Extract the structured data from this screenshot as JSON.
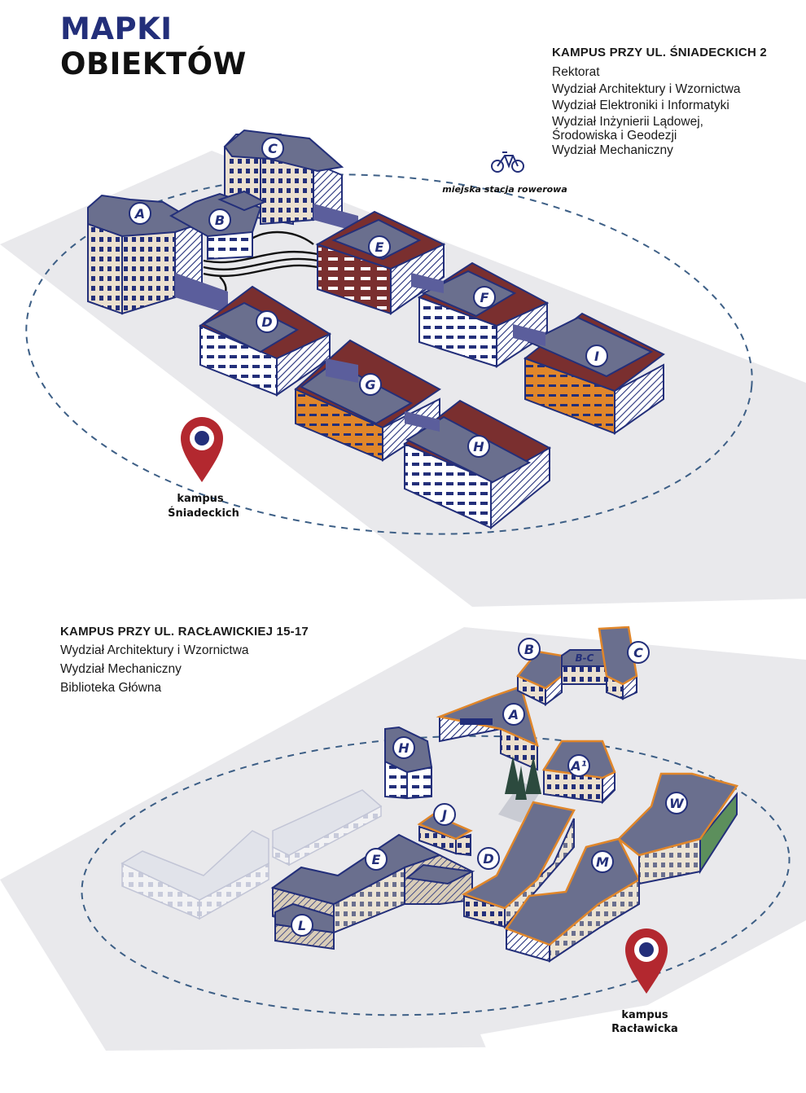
{
  "title": {
    "line1": "MAPKI",
    "line2": "OBIEKTÓW"
  },
  "colors": {
    "navy": "#232f7a",
    "roof": "#6a6f8e",
    "red_roof": "#7a2f2f",
    "orange": "#e0862a",
    "ground": "#e9e9ec",
    "pin_red": "#b3282f"
  },
  "campus1": {
    "heading": "KAMPUS PRZY UL. ŚNIADECKICH 2",
    "faculties": [
      "Rektorat",
      "Wydział Architektury i Wzornictwa",
      "Wydział Elektroniki i Informatyki",
      "Wydział Inżynierii Lądowej,",
      "Środowiska i Geodezji",
      "Wydział Mechaniczny"
    ],
    "bike_label": "miejska stacja rowerowa",
    "pin_label": [
      "kampus",
      "Śniadeckich"
    ],
    "buildings": [
      "A",
      "B",
      "C",
      "D",
      "E",
      "F",
      "G",
      "H",
      "I"
    ]
  },
  "campus2": {
    "heading": "KAMPUS PRZY UL. RACŁAWICKIEJ 15-17",
    "faculties": [
      "Wydział Architektury i Wzornictwa",
      "Wydział Mechaniczny",
      "Biblioteka Główna"
    ],
    "pin_label": [
      "kampus",
      "Racławicka"
    ],
    "buildings": [
      "B",
      "B-C",
      "C",
      "A",
      "H",
      "A¹",
      "W",
      "J",
      "E",
      "D",
      "M",
      "L"
    ]
  },
  "icons": [
    "bicycle-icon",
    "map-pin-icon"
  ]
}
